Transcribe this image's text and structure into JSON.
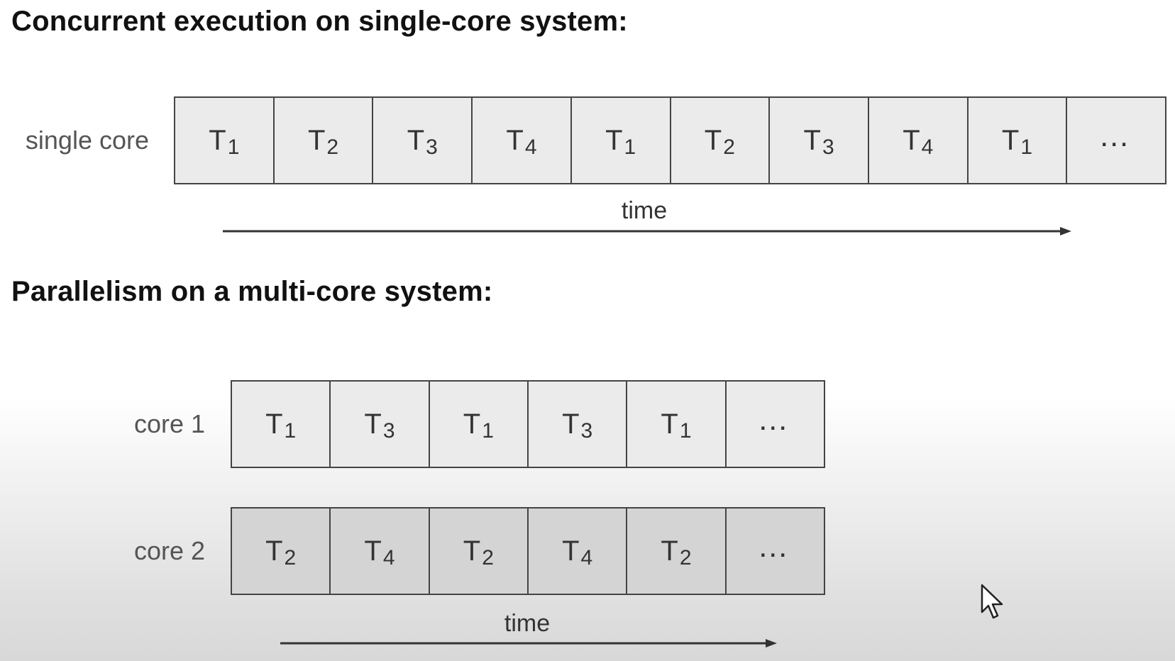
{
  "single_core_section": {
    "heading": "Concurrent execution on single-core system:",
    "row_label": "single core",
    "cells": [
      {
        "name": "T",
        "sub": "1"
      },
      {
        "name": "T",
        "sub": "2"
      },
      {
        "name": "T",
        "sub": "3"
      },
      {
        "name": "T",
        "sub": "4"
      },
      {
        "name": "T",
        "sub": "1"
      },
      {
        "name": "T",
        "sub": "2"
      },
      {
        "name": "T",
        "sub": "3"
      },
      {
        "name": "T",
        "sub": "4"
      },
      {
        "name": "T",
        "sub": "1"
      },
      {
        "name": "…",
        "sub": ""
      }
    ],
    "time_label": "time"
  },
  "multi_core_section": {
    "heading": "Parallelism on a multi-core system:",
    "rows": [
      {
        "label": "core 1",
        "cells": [
          {
            "name": "T",
            "sub": "1"
          },
          {
            "name": "T",
            "sub": "3"
          },
          {
            "name": "T",
            "sub": "1"
          },
          {
            "name": "T",
            "sub": "3"
          },
          {
            "name": "T",
            "sub": "1"
          },
          {
            "name": "…",
            "sub": ""
          }
        ]
      },
      {
        "label": "core 2",
        "cells": [
          {
            "name": "T",
            "sub": "2"
          },
          {
            "name": "T",
            "sub": "4"
          },
          {
            "name": "T",
            "sub": "2"
          },
          {
            "name": "T",
            "sub": "4"
          },
          {
            "name": "T",
            "sub": "2"
          },
          {
            "name": "…",
            "sub": ""
          }
        ]
      }
    ],
    "time_label": "time"
  },
  "colors": {
    "single_cell": "#ebebeb",
    "core2_cell": "#d4d4d4",
    "border": "#444444",
    "heading_text": "#111111"
  },
  "icons": {
    "cursor": "mouse-pointer-icon",
    "time_arrow": "arrow-right-icon"
  }
}
